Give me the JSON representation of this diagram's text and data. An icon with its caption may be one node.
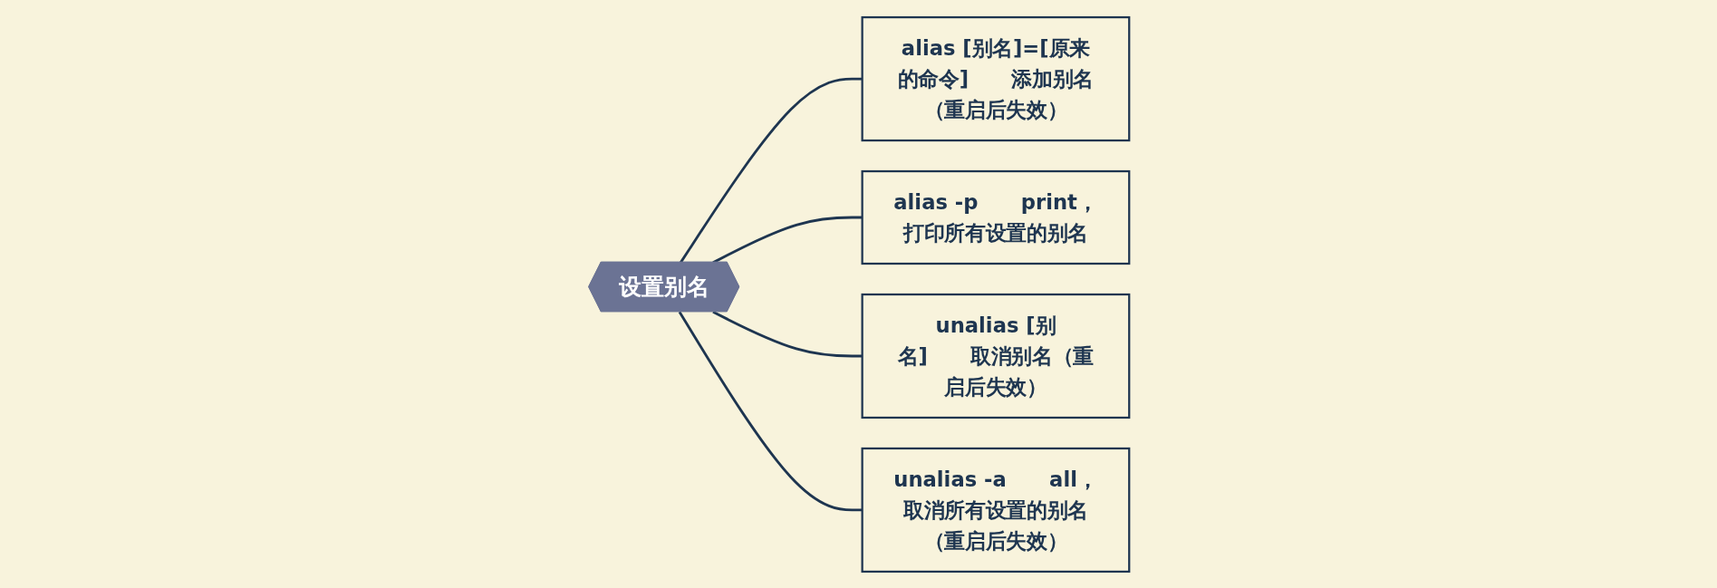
{
  "diagram": {
    "nodes": [
      {
        "text": [
          "设置别名"
        ]
      },
      {
        "text": [
          "alias [别名]=[原来的命令]",
          "添加别名（重启后失效）"
        ]
      },
      {
        "text": [
          "alias -p",
          "print，打印所有设置的别名"
        ]
      },
      {
        "text": [
          "unalias [别名]",
          "取消别名（重启后失效）"
        ]
      },
      {
        "text": [
          "unalias -a",
          "all，取消所有设置的别名（重启后失效）"
        ]
      }
    ],
    "edges": [
      {
        "from": 0,
        "to": 1,
        "arrow": "none"
      },
      {
        "from": 0,
        "to": 2,
        "arrow": "none"
      },
      {
        "from": 0,
        "to": 3,
        "arrow": "none"
      },
      {
        "from": 0,
        "to": 4,
        "arrow": "none"
      }
    ]
  }
}
